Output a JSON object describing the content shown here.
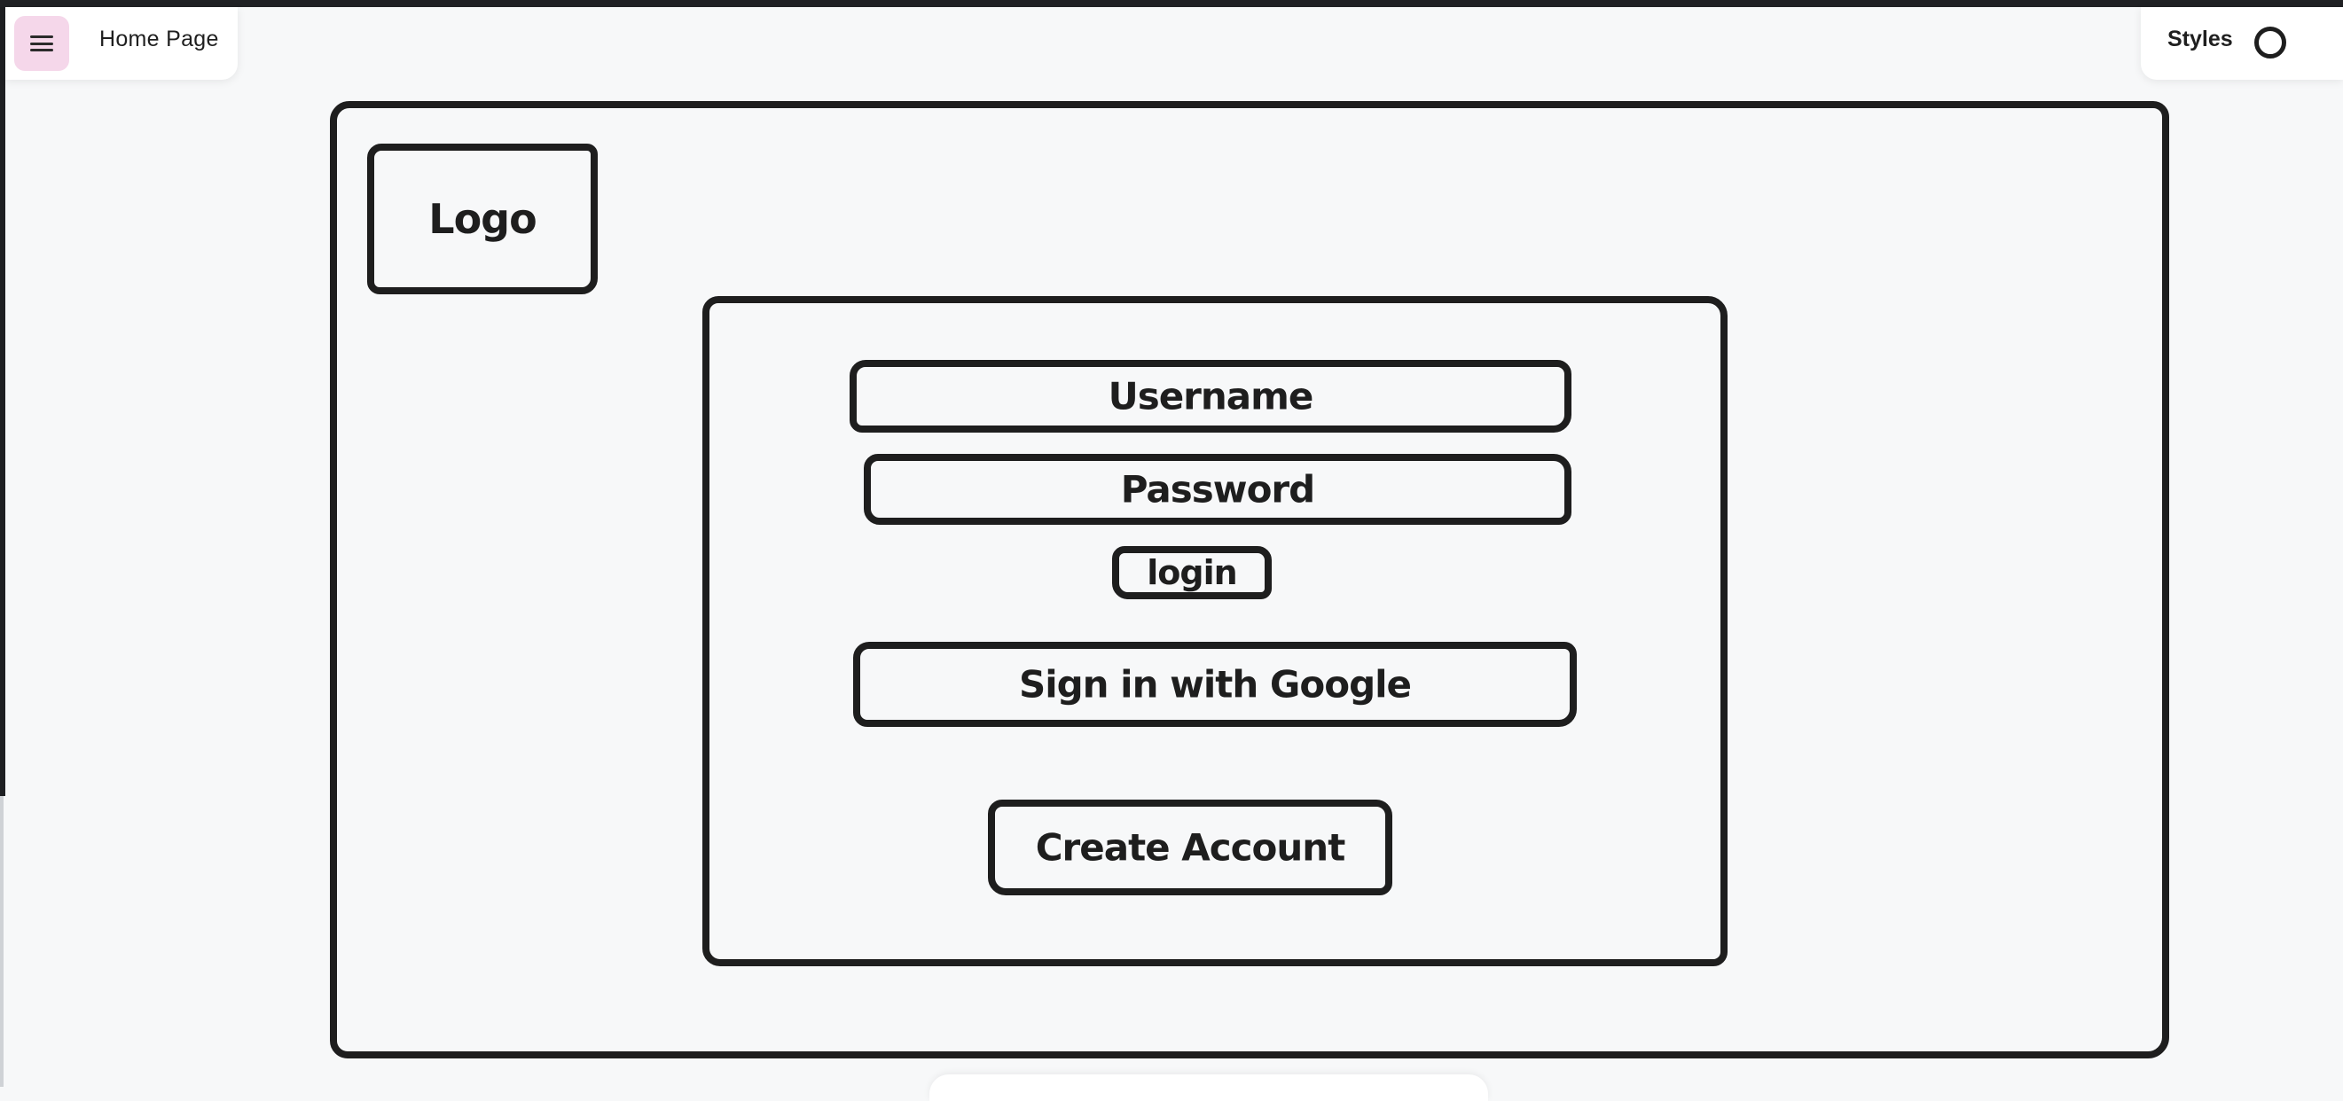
{
  "header": {
    "menu_icon": "hamburger-menu-icon",
    "page_title": "Home Page"
  },
  "right_toolbar": {
    "styles_label": "Styles",
    "style_icon": "circle-icon"
  },
  "canvas": {
    "logo_label": "Logo",
    "username_label": "Username",
    "password_label": "Password",
    "login_label": "login",
    "google_label": "Sign in with Google",
    "create_account_label": "Create Account"
  },
  "colors": {
    "menu_button_bg": "#f5d7ea",
    "stroke": "#1e1e1e",
    "canvas_bg": "#f7f8f9"
  }
}
